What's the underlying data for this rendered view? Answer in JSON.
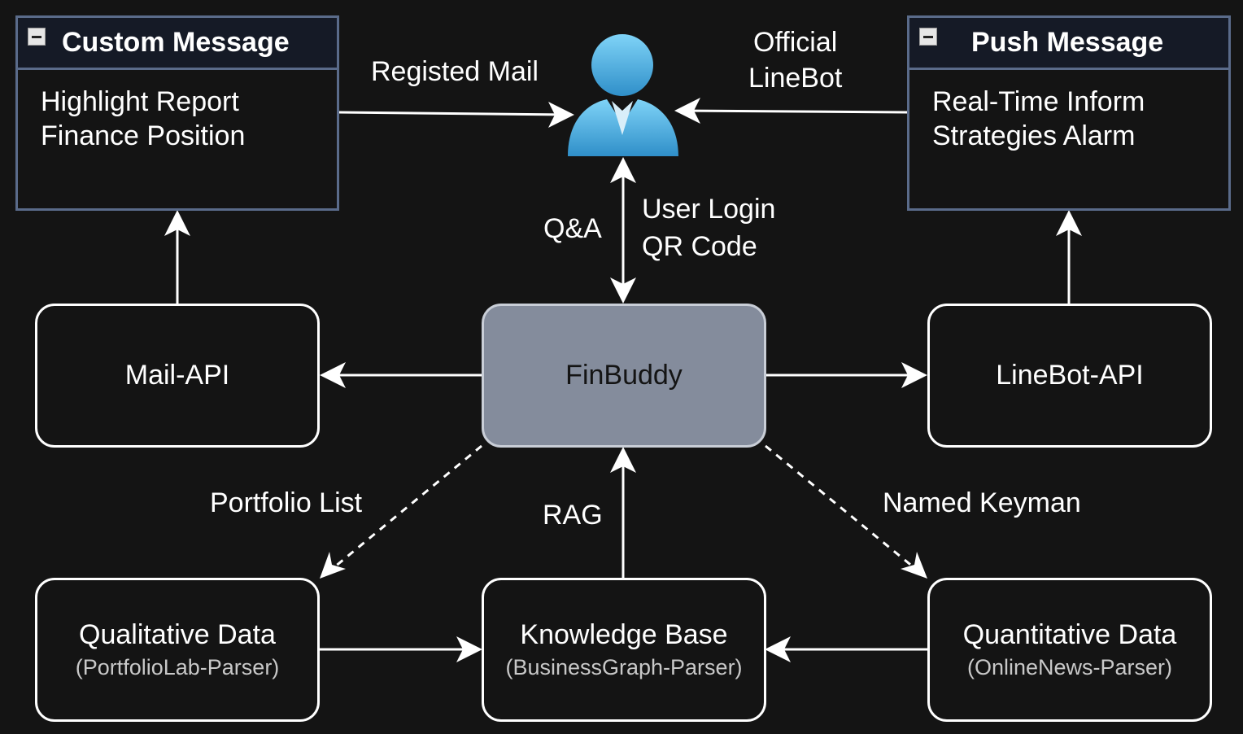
{
  "containers": {
    "custom": {
      "title": "Custom Message",
      "lines": [
        "Highlight Report",
        "Finance Position"
      ]
    },
    "push": {
      "title": "Push Message",
      "lines": [
        "Real-Time Inform",
        "Strategies Alarm"
      ]
    }
  },
  "nodes": {
    "mail_api": {
      "title": "Mail-API"
    },
    "finbuddy": {
      "title": "FinBuddy"
    },
    "linebot_api": {
      "title": "LineBot-API"
    },
    "qualitative": {
      "title": "Qualitative Data",
      "sub": "(PortfolioLab-Parser)"
    },
    "knowledge": {
      "title": "Knowledge Base",
      "sub": "(BusinessGraph-Parser)"
    },
    "quantitative": {
      "title": "Quantitative Data",
      "sub": "(OnlineNews-Parser)"
    }
  },
  "edge_labels": {
    "registed_mail": "Registed Mail",
    "official_linebot": [
      "Official",
      "LineBot"
    ],
    "qa": "Q&A",
    "user_login": [
      "User Login",
      "QR Code"
    ],
    "portfolio_list": "Portfolio List",
    "rag": "RAG",
    "named_keyman": "Named Keyman"
  },
  "icons": {
    "user": "user-icon",
    "collapse": "minus-square-icon"
  },
  "colors": {
    "background": "#141414",
    "center_fill": "#848c9c",
    "container_border": "#5a6b8a",
    "user_icon": "#5bb8e8"
  }
}
